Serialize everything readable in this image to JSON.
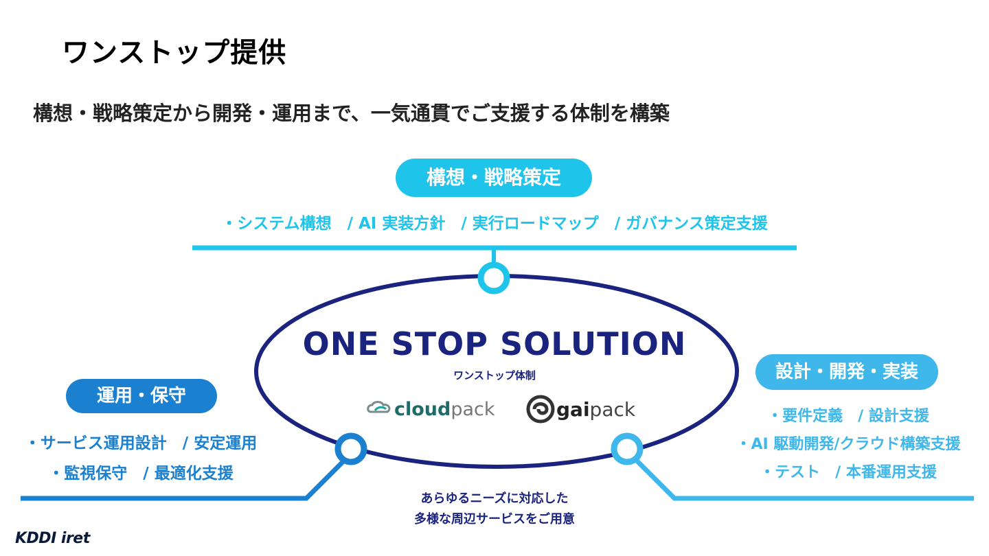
{
  "title": "ワンストップ提供",
  "subtitle": "構想・戦略策定から開発・運用まで、一気通貫でご支援する体制を構築",
  "phases": {
    "strategy": {
      "label": "構想・戦略策定",
      "items": "・システム構想　/ AI 実装方針　/ 実行ロードマップ　/ ガバナンス策定支援"
    },
    "operation": {
      "label": "運用・保守",
      "items_line1": "・サービス運用設計　/ 安定運用",
      "items_line2": "・監視保守　/ 最適化支援"
    },
    "development": {
      "label": "設計・開発・実装",
      "items_line1": "・要件定義　/ 設計支援",
      "items_line2": "・AI 駆動開発/クラウド構築支援",
      "items_line3": "・テスト　/ 本番運用支援"
    }
  },
  "center": {
    "title": "ONE STOP SOLUTION",
    "subtitle": "ワンストップ体制",
    "logo_cloud_bold": "cloud",
    "logo_cloud_light": "pack",
    "logo_gai_bold": "gai",
    "logo_gai_light": "pack"
  },
  "bottom_note": {
    "line1": "あらゆるニーズに対応した",
    "line2": "多様な周辺サービスをご用意"
  },
  "brand": "KDDI iret",
  "colors": {
    "strategy": "#1fc4ea",
    "operation": "#1b80d0",
    "development": "#40b7ea",
    "ellipse": "#1a237e"
  }
}
